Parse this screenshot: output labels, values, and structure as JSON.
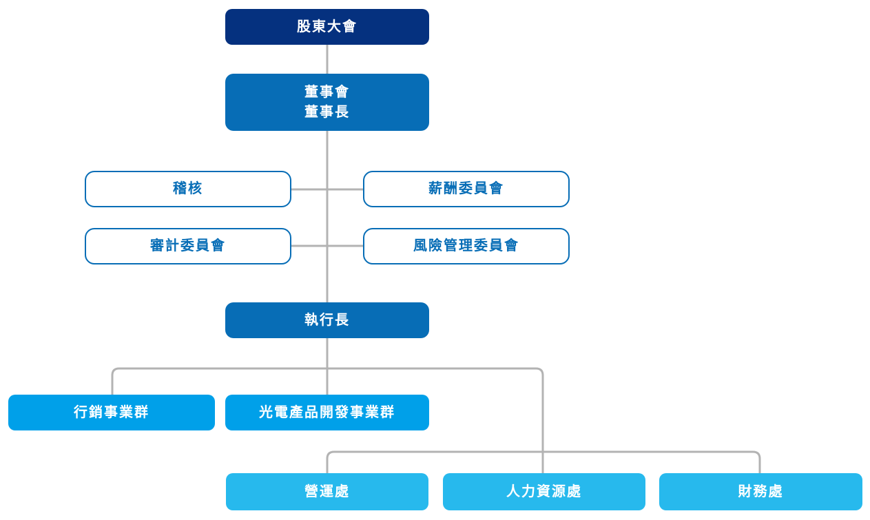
{
  "org_chart": {
    "nodes": {
      "shareholders": {
        "label": "股東大會",
        "level": 1,
        "style": "navy"
      },
      "board": {
        "label_line1": "董事會",
        "label_line2": "董事長",
        "level": 2,
        "style": "blue"
      },
      "audit_office": {
        "label": "稽核",
        "level": 3,
        "style": "outline"
      },
      "compensation_committee": {
        "label": "薪酬委員會",
        "level": 3,
        "style": "outline"
      },
      "audit_committee": {
        "label": "審計委員會",
        "level": 3,
        "style": "outline"
      },
      "risk_committee": {
        "label": "風險管理委員會",
        "level": 3,
        "style": "outline"
      },
      "ceo": {
        "label": "執行長",
        "level": 4,
        "style": "blue"
      },
      "marketing_group": {
        "label": "行銷事業群",
        "level": 5,
        "style": "azure"
      },
      "opto_group": {
        "label": "光電產品開發事業群",
        "level": 5,
        "style": "azure"
      },
      "operations_div": {
        "label": "營運處",
        "level": 6,
        "style": "cyan"
      },
      "hr_div": {
        "label": "人力資源處",
        "level": 6,
        "style": "cyan"
      },
      "finance_div": {
        "label": "財務處",
        "level": 6,
        "style": "cyan"
      }
    },
    "edges": [
      {
        "from": "shareholders",
        "to": "board"
      },
      {
        "from": "board",
        "to": "audit_office"
      },
      {
        "from": "board",
        "to": "compensation_committee"
      },
      {
        "from": "board",
        "to": "audit_committee"
      },
      {
        "from": "board",
        "to": "risk_committee"
      },
      {
        "from": "board",
        "to": "ceo"
      },
      {
        "from": "ceo",
        "to": "marketing_group"
      },
      {
        "from": "ceo",
        "to": "opto_group"
      },
      {
        "from": "ceo",
        "to": "operations_div"
      },
      {
        "from": "ceo",
        "to": "hr_div"
      },
      {
        "from": "ceo",
        "to": "finance_div"
      }
    ],
    "colors": {
      "navy": "#05317f",
      "blue": "#076db6",
      "azure": "#00a0e9",
      "cyan": "#27b9ed",
      "outline_border": "#076db6",
      "outline_text": "#076db6",
      "connector": "#b3b3b3",
      "box_text": "#ffffff",
      "background": "#ffffff"
    }
  }
}
